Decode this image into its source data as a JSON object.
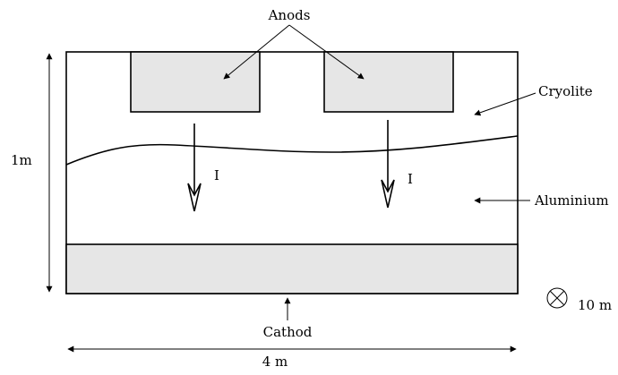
{
  "labels": {
    "anods": "Anods",
    "cryolite": "Cryolite",
    "aluminium": "Aluminium",
    "cathod": "Cathod",
    "height": "1m",
    "width": "4 m",
    "depth": "10 m",
    "current_left": "I",
    "current_right": "I"
  },
  "colors": {
    "fill_gray": "#e6e6e6",
    "line": "#000000",
    "background": "#ffffff"
  }
}
